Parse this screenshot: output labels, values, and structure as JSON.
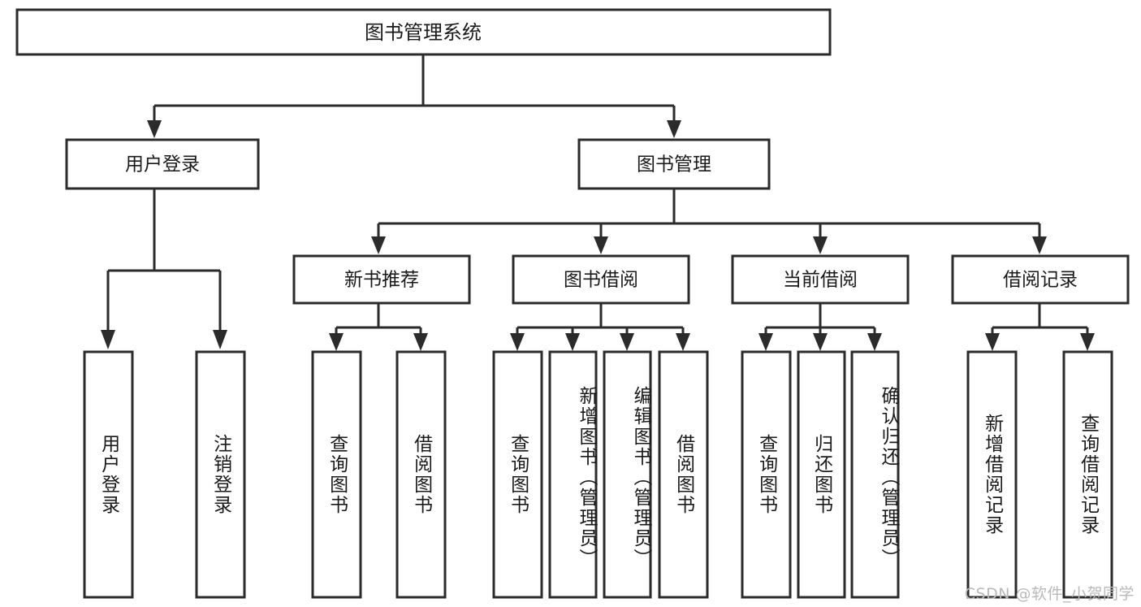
{
  "diagram": {
    "type": "hierarchy-tree",
    "title": "图书管理系统",
    "watermark": "CSDN @软件_小贺同学",
    "root": {
      "id": "root",
      "label": "图书管理系统",
      "orientation": "horizontal"
    },
    "level2": [
      {
        "id": "user-login",
        "label": "用户登录",
        "orientation": "horizontal"
      },
      {
        "id": "book-manage",
        "label": "图书管理",
        "orientation": "horizontal"
      }
    ],
    "level3": [
      {
        "id": "new-book-recommend",
        "label": "新书推荐",
        "orientation": "horizontal",
        "parent": "book-manage"
      },
      {
        "id": "book-borrow",
        "label": "图书借阅",
        "orientation": "horizontal",
        "parent": "book-manage"
      },
      {
        "id": "current-borrow",
        "label": "当前借阅",
        "orientation": "horizontal",
        "parent": "book-manage"
      },
      {
        "id": "borrow-record",
        "label": "借阅记录",
        "orientation": "horizontal",
        "parent": "book-manage"
      }
    ],
    "leaves": [
      {
        "id": "leaf-user-login",
        "label": "用户登录",
        "parent": "user-login",
        "orientation": "vertical",
        "align": "center"
      },
      {
        "id": "leaf-user-logout",
        "label": "注销登录",
        "parent": "user-login",
        "orientation": "vertical",
        "align": "center"
      },
      {
        "id": "leaf-query-book-1",
        "label": "查询图书",
        "parent": "new-book-recommend",
        "orientation": "vertical",
        "align": "center"
      },
      {
        "id": "leaf-borrow-book-1",
        "label": "借阅图书",
        "parent": "new-book-recommend",
        "orientation": "vertical",
        "align": "center"
      },
      {
        "id": "leaf-query-book-2",
        "label": "查询图书",
        "parent": "book-borrow",
        "orientation": "vertical",
        "align": "center"
      },
      {
        "id": "leaf-add-book",
        "label": "新增图书（管理员）",
        "parent": "book-borrow",
        "orientation": "vertical",
        "align": "top"
      },
      {
        "id": "leaf-edit-book",
        "label": "编辑图书（管理员）",
        "parent": "book-borrow",
        "orientation": "vertical",
        "align": "top"
      },
      {
        "id": "leaf-borrow-book-2",
        "label": "借阅图书",
        "parent": "book-borrow",
        "orientation": "vertical",
        "align": "center"
      },
      {
        "id": "leaf-query-book-3",
        "label": "查询图书",
        "parent": "current-borrow",
        "orientation": "vertical",
        "align": "center"
      },
      {
        "id": "leaf-return-book",
        "label": "归还图书",
        "parent": "current-borrow",
        "orientation": "vertical",
        "align": "center"
      },
      {
        "id": "leaf-confirm-return",
        "label": "确认归还（管理员）",
        "parent": "current-borrow",
        "orientation": "vertical",
        "align": "top"
      },
      {
        "id": "leaf-add-record",
        "label": "新增借阅记录",
        "parent": "borrow-record",
        "orientation": "vertical",
        "align": "center"
      },
      {
        "id": "leaf-query-record",
        "label": "查询借阅记录",
        "parent": "borrow-record",
        "orientation": "vertical",
        "align": "center"
      }
    ],
    "colors": {
      "stroke": "#2b2b2b",
      "fill": "#ffffff",
      "text": "#1a1a1a",
      "watermark": "#b9b9b9"
    }
  }
}
